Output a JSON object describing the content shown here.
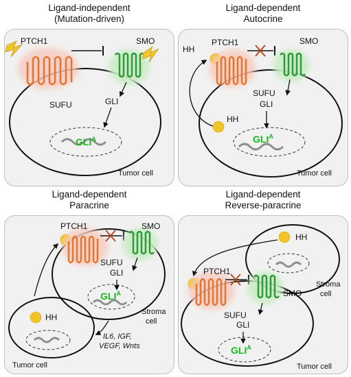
{
  "panels": [
    {
      "title1": "Ligand-independent",
      "title2": "(Mutation-driven)",
      "cell_label": "Tumor cell"
    },
    {
      "title1": "Ligand-dependent",
      "title2": "Autocrine",
      "cell_label": "Tumor cell"
    },
    {
      "title1": "Ligand-dependent",
      "title2": "Paracrine",
      "tumor_label": "Tumor cell",
      "stroma_label1": "Stroma",
      "stroma_label2": "cell",
      "factors1": "IL6, IGF,",
      "factors2": "VEGF, Wnts"
    },
    {
      "title1": "Ligand-dependent",
      "title2": "Reverse-paracrine",
      "cell_label": "Tumor cell",
      "stroma_label1": "Stroma",
      "stroma_label2": "cell"
    }
  ],
  "labels": {
    "ptch1": "PTCH1",
    "smo": "SMO",
    "sufu": "SUFU",
    "gli": "GLI",
    "gli_active": "GLI",
    "gli_active_sup": "A",
    "hh": "HH"
  },
  "colors": {
    "ptch1": "#e8752f",
    "ptch1_glow": "#f7c9bd",
    "smo": "#2e9a3a",
    "smo_glow": "#c9ecc4",
    "hh_ligand": "#f2c42c",
    "mutation_bolt": "#f2c42c",
    "gli_active": "#19b81e",
    "inhibition_cross": "#b84a22"
  }
}
